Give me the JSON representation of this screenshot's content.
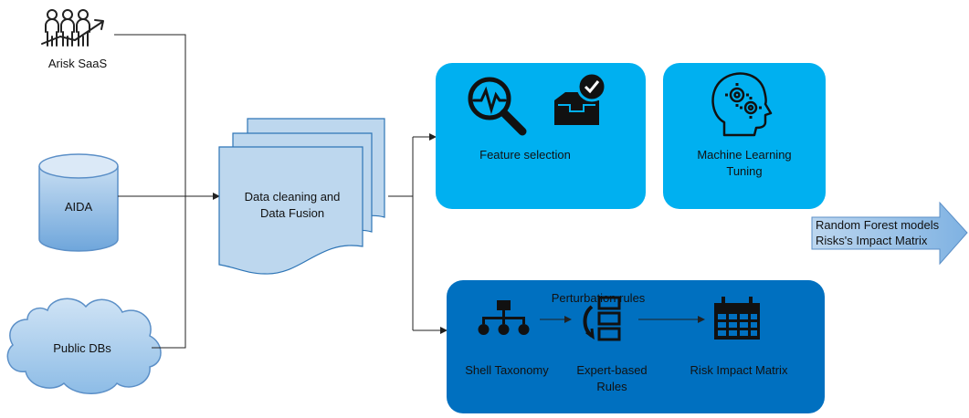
{
  "sources": {
    "arisk": "Arisk SaaS",
    "aida": "AIDA",
    "public_dbs": "Public DBs"
  },
  "cleaning": {
    "line1": "Data cleaning and",
    "line2": "Data Fusion"
  },
  "feature_selection": "Feature selection",
  "ml_tuning": {
    "line1": "Machine Learning",
    "line2": "Tuning"
  },
  "perturbation": {
    "title": "Perturbation rules",
    "shell_taxonomy": "Shell Taxonomy",
    "expert_rules": {
      "line1": "Expert-based",
      "line2": "Rules"
    },
    "risk_matrix": "Risk Impact Matrix"
  },
  "output": {
    "line1": "Random Forest models",
    "line2": "Risks's  Impact Matrix"
  },
  "colors": {
    "light_blue": "#00b0f0",
    "dark_blue": "#0070c0",
    "pale_blue": "#9dc3e6",
    "doc_blue": "#bdd7ee",
    "arrow_blue": "#9dc3e6"
  }
}
